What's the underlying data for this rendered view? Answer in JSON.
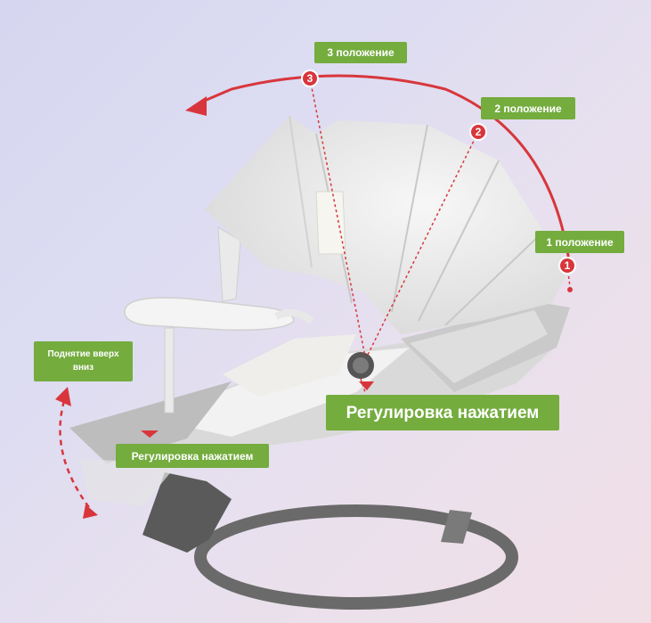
{
  "labels": {
    "position_3": "3 положение",
    "position_2": "2 положение",
    "position_1": "1 положение",
    "raise_line1": "Поднятие вверх",
    "raise_line2": "вниз",
    "press_adjust_large": "Регулировка нажатием",
    "press_adjust_small": "Регулировка нажатием"
  },
  "markers": {
    "m1": "1",
    "m2": "2",
    "m3": "3"
  },
  "colors": {
    "label_green": "#74ac3e",
    "arrow_red": "#d8363c",
    "canopy": "#ededed",
    "frame_gray": "#6a6a6a"
  }
}
